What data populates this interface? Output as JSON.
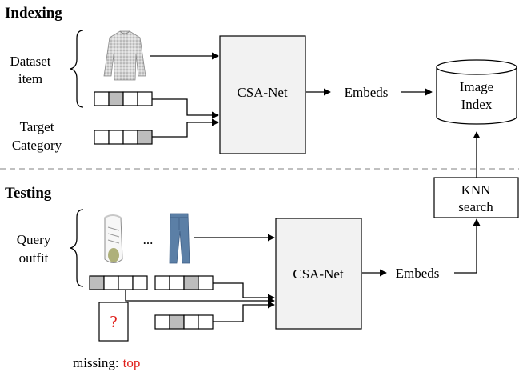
{
  "indexing": {
    "heading": "Indexing",
    "dataset_label_line1": "Dataset",
    "dataset_label_line2": "item",
    "target_label_line1": "Target",
    "target_label_line2": "Category",
    "net_label": "CSA-Net",
    "embeds_label": "Embeds",
    "index_label_line1": "Image",
    "index_label_line2": "Index",
    "dataset_item_vector": [
      0,
      1,
      0,
      0
    ],
    "target_category_vector": [
      0,
      0,
      0,
      1
    ]
  },
  "testing": {
    "heading": "Testing",
    "query_label_line1": "Query",
    "query_label_line2": "outfit",
    "ellipsis": "...",
    "net_label": "CSA-Net",
    "embeds_label": "Embeds",
    "knn_label_line1": "KNN",
    "knn_label_line2": "search",
    "missing_mark": "?",
    "missing_prefix": "missing:",
    "missing_value": "top",
    "shoe_vector": [
      1,
      0,
      0,
      0
    ],
    "jeans_vector": [
      0,
      0,
      1,
      0
    ],
    "missing_item_vector": [
      0,
      1,
      0,
      0
    ]
  },
  "colors": {
    "filled_cell": "#bdbdbd",
    "net_fill": "#f2f2f2",
    "missing_text": "#e0201b",
    "divider": "#9a9a9a"
  },
  "icons": {
    "dataset_item": "sweater-icon",
    "query_item_1": "sneaker-icon",
    "query_item_2": "jeans-icon"
  }
}
